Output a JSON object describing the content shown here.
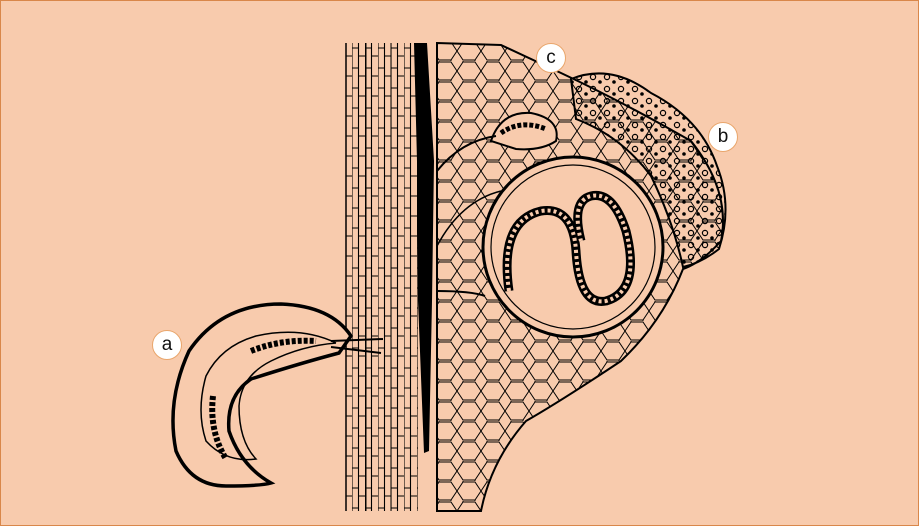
{
  "diagram": {
    "labels": [
      {
        "id": "a",
        "text": "a"
      },
      {
        "id": "b",
        "text": "b"
      },
      {
        "id": "c",
        "text": "c"
      }
    ]
  },
  "colors": {
    "background": "#f8cbad",
    "border": "#d9874a",
    "ink": "#000000",
    "label_fill": "#ffffff",
    "label_border": "#e9a66c"
  }
}
